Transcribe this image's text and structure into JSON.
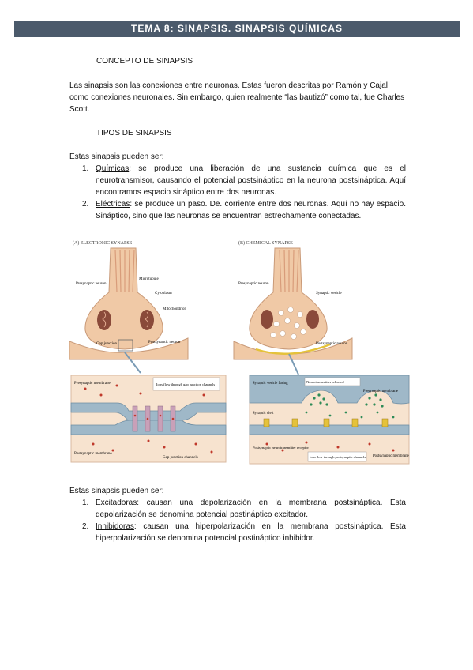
{
  "header": {
    "title": "TEMA 8: SINAPSIS. SINAPSIS QUÍMICAS"
  },
  "section1": {
    "heading": "CONCEPTO DE SINAPSIS",
    "text": "Las sinapsis son las conexiones entre neuronas. Estas fueron descritas por Ramón y Cajal como conexiones neuronales. Sin embargo, quien realmente “las bautizó” como tal, fue Charles Scott."
  },
  "section2": {
    "heading": "TIPOS DE SINAPSIS",
    "intro": "Estas sinapsis pueden ser:",
    "items": [
      {
        "num": "1.",
        "term": "Químicas",
        "text": ": se produce una liberación de una sustancia química que es el neurotransmisor, causando el potencial postsináptico en la neurona postsináptica. Aquí encontramos espacio sináptico entre dos neuronas."
      },
      {
        "num": "2.",
        "term": "Eléctricas",
        "text": ": se produce un paso. De. corriente entre dos neuronas. Aquí no hay espacio. Sináptico, sino que las neuronas se encuentran estrechamente conectadas."
      }
    ]
  },
  "figure": {
    "panelA": {
      "title": "(A) ELECTRONIC SYNAPSE",
      "labels": [
        "Microtubule",
        "Presynaptic neuron",
        "Cytoplasm",
        "Mitochondrion",
        "Gap junction",
        "Postsynaptic neuron",
        "Presynaptic membrane",
        "Ions flow through gap junction channels",
        "Postsynaptic membrane",
        "Gap junction channels"
      ]
    },
    "panelB": {
      "title": "(B) CHEMICAL SYNAPSE",
      "labels": [
        "Presynaptic neuron",
        "Synaptic vesicle",
        "Postsynaptic neuron",
        "Synaptic vesicle fusing",
        "Neurotransmitter released",
        "Presynaptic membrane",
        "Synaptic cleft",
        "Postsynaptic neurotransmitter receptor",
        "Ions flow through postsynaptic channels",
        "Postsynaptic membrane"
      ]
    }
  },
  "section3": {
    "intro": "Estas sinapsis pueden ser:",
    "items": [
      {
        "num": "1.",
        "term": "Excitadoras",
        "text": ": causan una depolarización en la membrana postsináptica. Esta depolarización se denomina potencial postináptico excitador."
      },
      {
        "num": "2.",
        "term": "Inhibidoras",
        "text": ": causan una hiperpolarización en la membrana postsináptica. Esta hiperpolarización se denomina potencial postináptico inhibidor."
      }
    ]
  },
  "colors": {
    "header_bg": "#4b5a6b",
    "neuron": "#f0c9a6",
    "cleft": "#f7e3cf",
    "membrane": "#9fb8c8"
  }
}
